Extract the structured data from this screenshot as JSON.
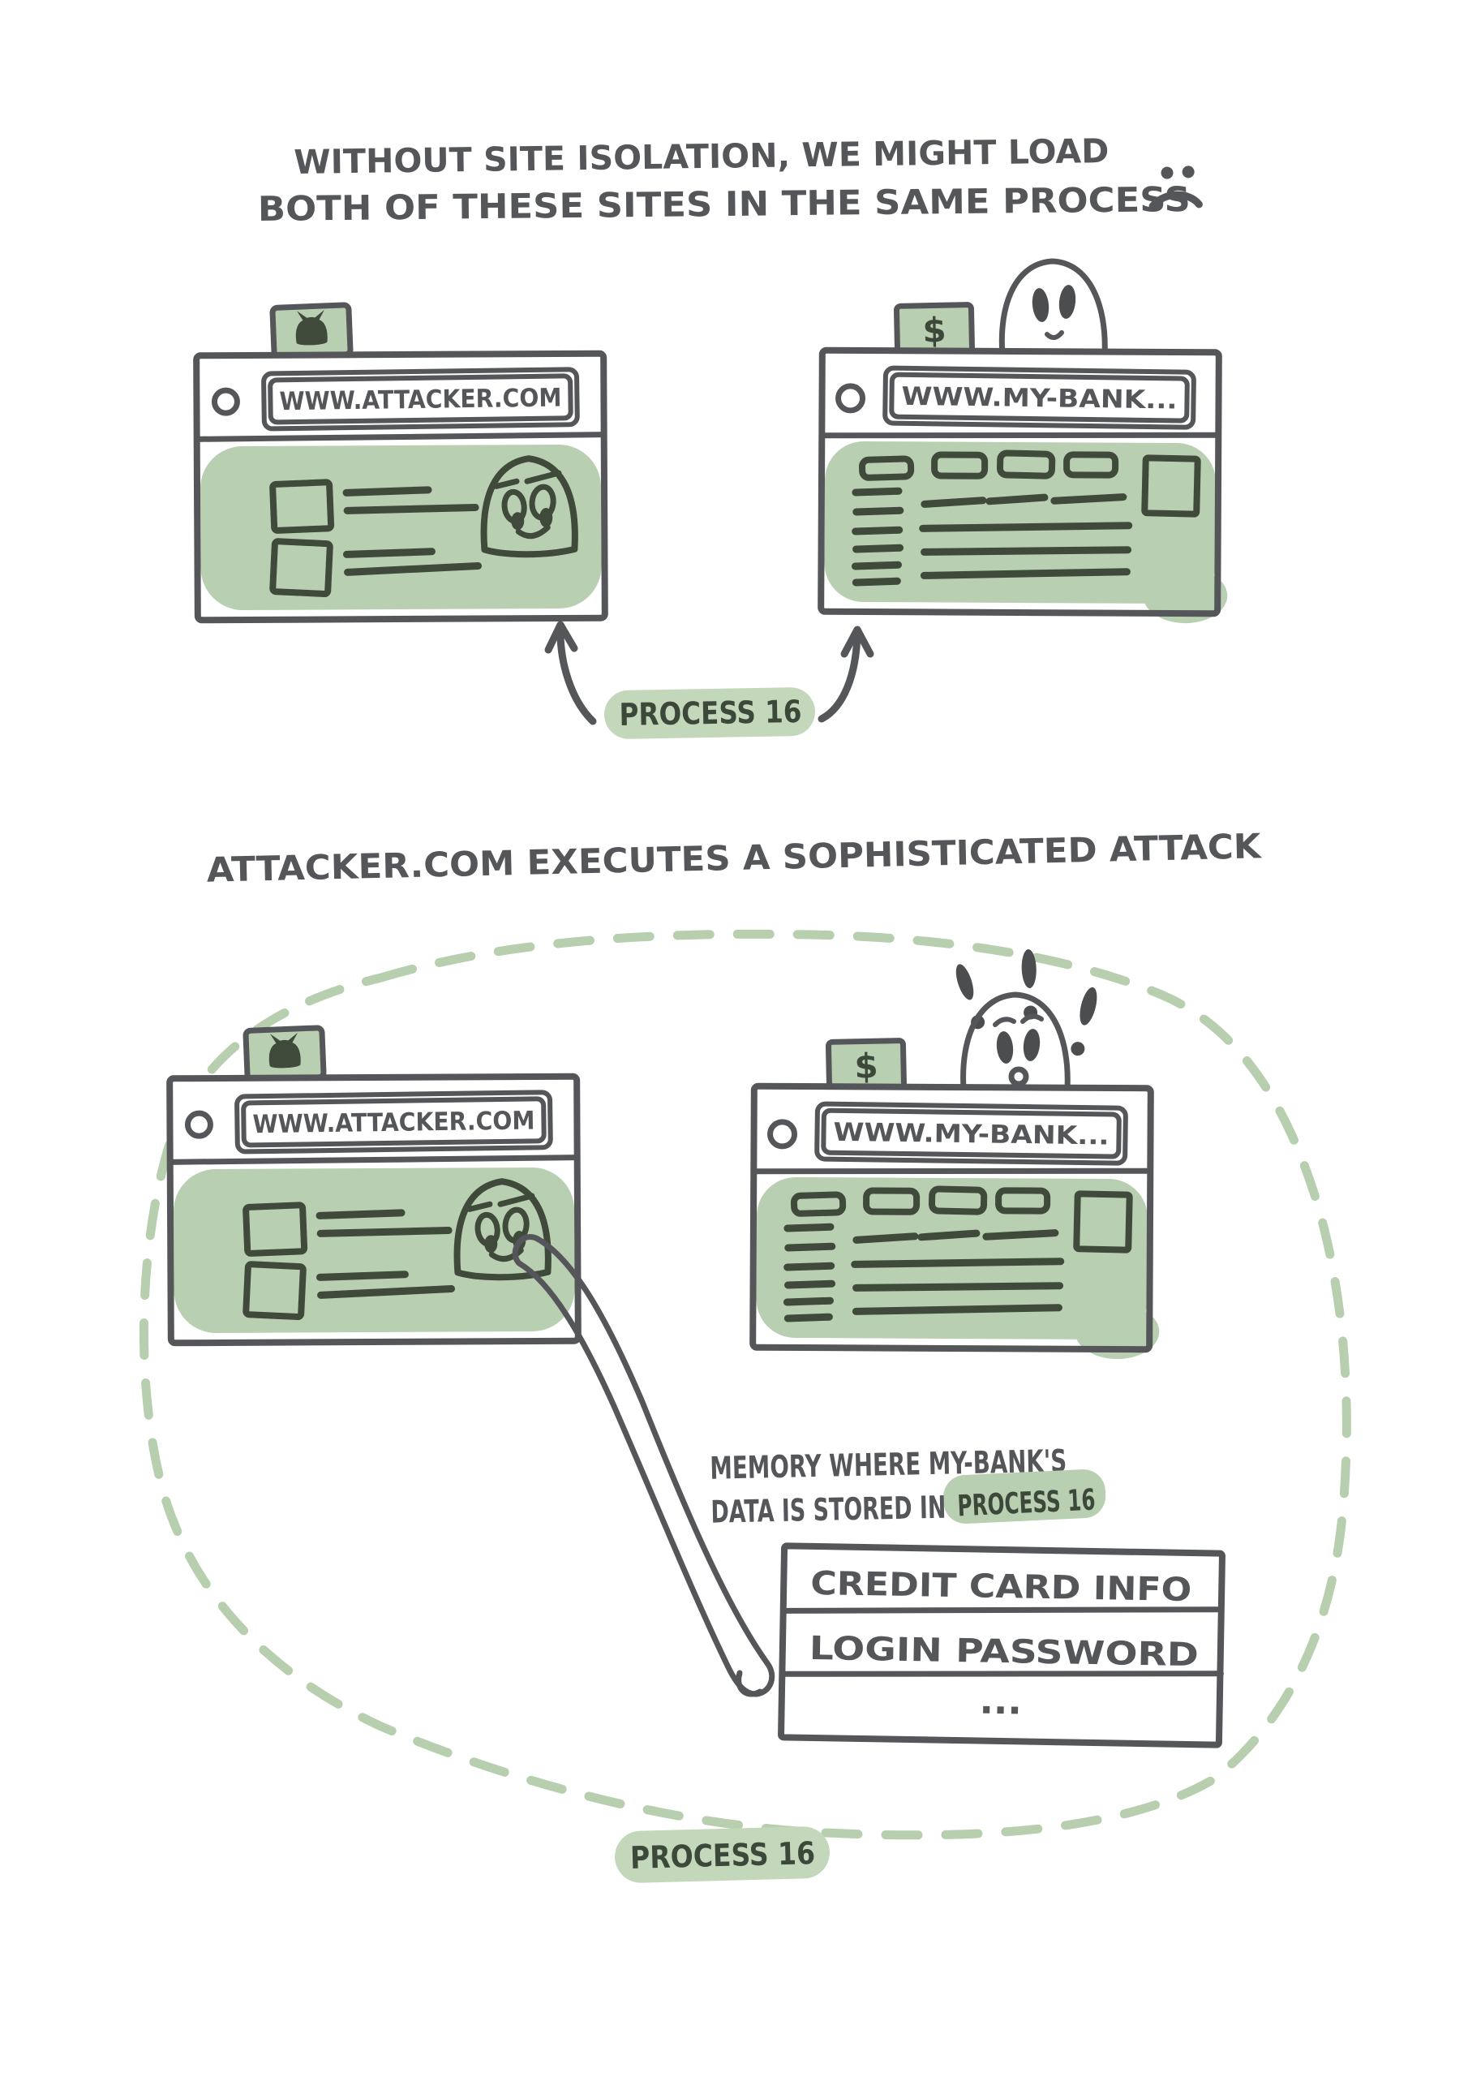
{
  "panel1": {
    "title_line1": "WITHOUT SITE ISOLATION, WE MIGHT LOAD",
    "title_line2": "BOTH OF THESE SITES IN THE SAME PROCESS",
    "emote_icon": "sad-face-icon",
    "attacker": {
      "url": "WWW.ATTACKER.COM",
      "tab_icon": "cat-icon",
      "character": "devil-smile"
    },
    "bank": {
      "url": "WWW.MY-BANK...",
      "tab_label": "$",
      "character": "ghost-calm"
    },
    "process_pill": "PROCESS 16"
  },
  "panel2": {
    "title": "ATTACKER.COM EXECUTES A SOPHISTICATED ATTACK",
    "attacker": {
      "url": "WWW.ATTACKER.COM",
      "tab_icon": "cat-icon",
      "character": "devil-reaching-arm"
    },
    "bank": {
      "url": "WWW.MY-BANK...",
      "tab_label": "$",
      "character": "ghost-alarmed",
      "alarm_icon": "exclamation-marks"
    },
    "memory": {
      "line1": "MEMORY WHERE MY-BANK'S",
      "line2": "DATA IS STORED IN",
      "highlight": "PROCESS 16",
      "rows": [
        "CREDIT CARD INFO",
        "LOGIN PASSWORD",
        "..."
      ]
    },
    "process_pill": "PROCESS 16"
  },
  "colors": {
    "ink_gray": "#55565a",
    "ink_dark_green": "#3f4a3b",
    "fill_green": "#b9cfb1",
    "pill_green": "#c3d7ba",
    "background": "#ffffff"
  }
}
